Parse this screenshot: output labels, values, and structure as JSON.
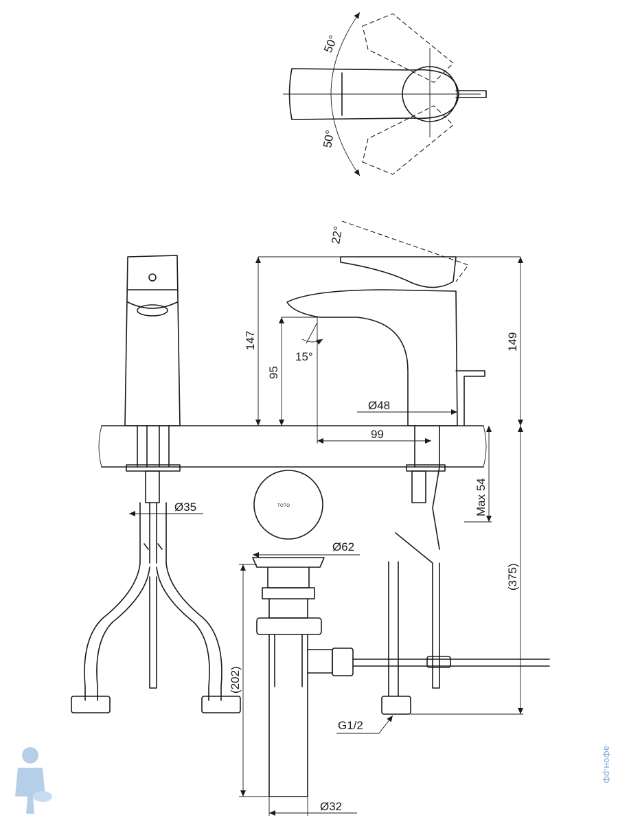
{
  "drawing": {
    "angles": {
      "top_upper": "50°",
      "top_lower": "50°",
      "lever_tilt": "22°",
      "spout_tilt": "15°"
    },
    "dimensions": {
      "total_height": "147",
      "right_height": "149",
      "spout_height": "95",
      "base_diameter": "Ø48",
      "reach": "99",
      "max_thickness": "Max 54",
      "drain_length": "(375)",
      "hose_thread": "Ø35",
      "drain_cap": "Ø62",
      "drain_body": "(202)",
      "thread_size": "G1/2",
      "pipe_diameter": "Ø32"
    },
    "brand": "TOTO",
    "watermark": "афон.рф"
  }
}
